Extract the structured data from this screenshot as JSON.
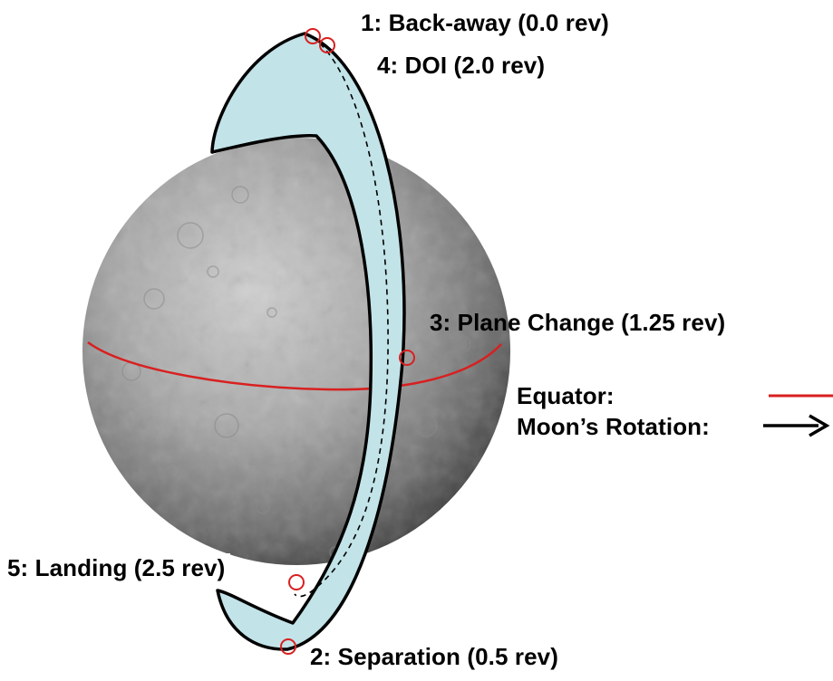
{
  "diagram": {
    "events": [
      {
        "label": "1: Back-away (0.0 rev)"
      },
      {
        "label": "4: DOI (2.0 rev)"
      },
      {
        "label": "3: Plane Change (1.25 rev)"
      },
      {
        "label": "5: Landing (2.5 rev)"
      },
      {
        "label": "2: Separation (0.5 rev)"
      }
    ],
    "legend": {
      "equator_label": "Equator:",
      "rotation_label": "Moon’s Rotation:",
      "equator_color": "#d82020",
      "rotation_color": "#000000"
    },
    "colors": {
      "orbit_fill": "#c2e3e8",
      "orbit_stroke": "#000000",
      "marker": "#d82020",
      "moon_light": "#c9c9c9",
      "moon_dark": "#2e2e2e"
    }
  }
}
